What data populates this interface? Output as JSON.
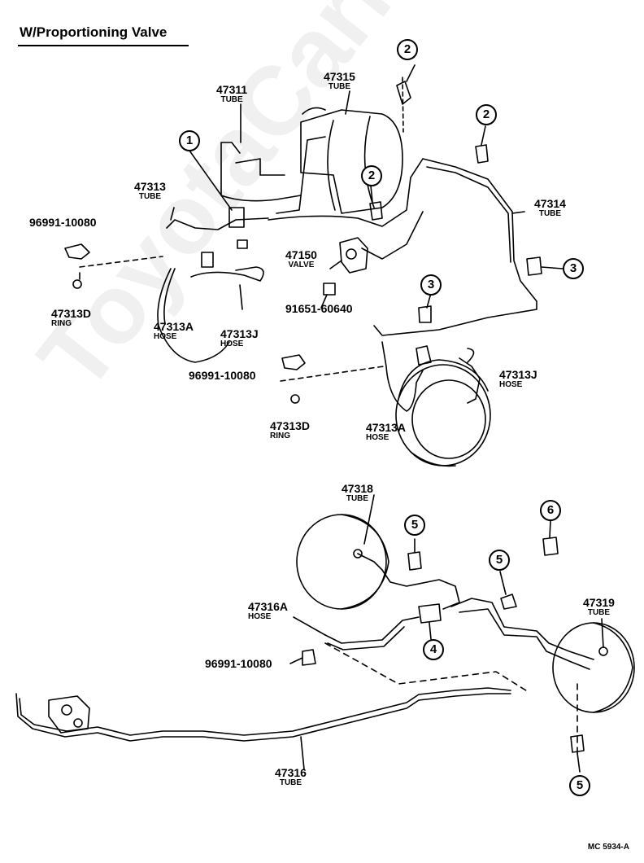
{
  "title": "W/Proportioning  Valve",
  "doc_ref": "MC  5934-A",
  "watermark": "ToyotaCarMine.ru",
  "parts": {
    "p47311": {
      "num": "47311",
      "name": "TUBE"
    },
    "p47315": {
      "num": "47315",
      "name": "TUBE"
    },
    "p47313": {
      "num": "47313",
      "name": "TUBE"
    },
    "p47314": {
      "num": "47314",
      "name": "TUBE"
    },
    "p47150": {
      "num": "47150",
      "name": "VALVE"
    },
    "p91651": {
      "num": "91651-60640"
    },
    "p96991a": {
      "num": "96991-10080"
    },
    "p47313D_a": {
      "num": "47313D",
      "name": "RING"
    },
    "p47313A_a": {
      "num": "47313A",
      "name": "HOSE"
    },
    "p47313J_a": {
      "num": "47313J",
      "name": "HOSE"
    },
    "p96991b": {
      "num": "96991-10080"
    },
    "p47313J_b": {
      "num": "47313J",
      "name": "HOSE"
    },
    "p47313D_b": {
      "num": "47313D",
      "name": "RING"
    },
    "p47313A_b": {
      "num": "47313A",
      "name": "HOSE"
    },
    "p47318": {
      "num": "47318",
      "name": "TUBE"
    },
    "p47316A": {
      "num": "47316A",
      "name": "HOSE"
    },
    "p96991c": {
      "num": "96991-10080"
    },
    "p47319": {
      "num": "47319",
      "name": "TUBE"
    },
    "p47316": {
      "num": "47316",
      "name": "TUBE"
    }
  },
  "callouts": [
    "1",
    "2",
    "2",
    "2",
    "3",
    "3",
    "4",
    "5",
    "5",
    "5",
    "6"
  ]
}
